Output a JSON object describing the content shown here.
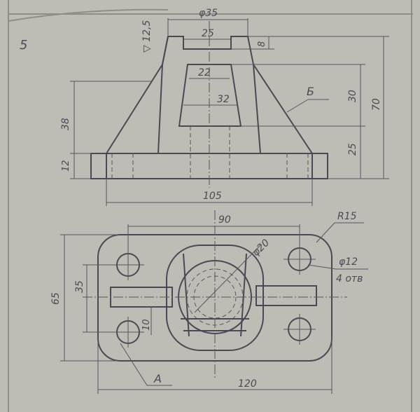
{
  "colors": {
    "paper": "#bfbcb6",
    "ink": "#4a4a55",
    "frame": "#8f8d88"
  },
  "sheet": {
    "task_number": "5"
  },
  "front_view": {
    "roughness": "▽ 12,5",
    "dims": {
      "top_dia": "φ35",
      "slot_width": "25",
      "slot_depth": "8",
      "hole_top": "22",
      "hole_bottom": "32",
      "height_38": "38",
      "height_12": "12",
      "height_30": "30",
      "height_25": "25",
      "height_70": "70",
      "base_length": "105"
    },
    "leader_b": "Б"
  },
  "top_view": {
    "dims": {
      "hole_spacing_x": "90",
      "overall_width": "65",
      "hole_spacing_y": "35",
      "rib_width": "10",
      "overall_length": "120",
      "radius": "R15",
      "boss_dia": "φ20",
      "hole_dia": "φ12",
      "hole_count": "4 отв"
    },
    "leader_a": "А"
  }
}
